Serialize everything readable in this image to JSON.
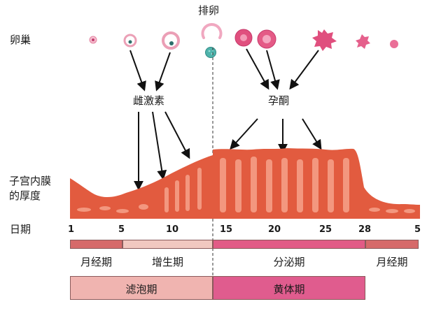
{
  "labels": {
    "ovary": "卵巢",
    "ovulation": "排卵",
    "estrogen": "雌激素",
    "progesterone": "孕酮",
    "endometrium_line1": "子宫内膜",
    "endometrium_line2": "的厚度",
    "date": "日期"
  },
  "days": [
    "1",
    "5",
    "10",
    "15",
    "20",
    "25",
    "28",
    "5"
  ],
  "phases_row1": [
    "月经期",
    "增生期",
    "分泌期",
    "月经期"
  ],
  "phases_row2": [
    "滤泡期",
    "黄体期"
  ],
  "colors": {
    "menstrual": "#d66a6a",
    "proliferative": "#f1c8c0",
    "secretory": "#e25b86",
    "follicular": "#f0b4b0",
    "luteal": "#e05c8e",
    "tissue": "#e05a3c",
    "tissue_light": "#f29a80",
    "follicle": "#f2a2b8",
    "follicle_dark": "#d8306a",
    "egg": "#48b0a8"
  }
}
